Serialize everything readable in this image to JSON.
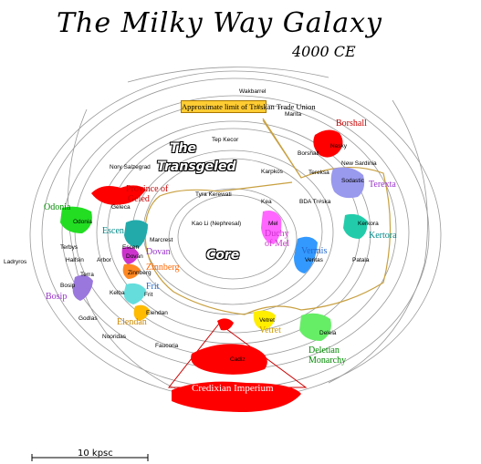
{
  "title": "The Milky Way Galaxy",
  "era": "4000 CE",
  "trade_union_note": "Approximate limit of Tr#skan Trade Union",
  "regions": {
    "transgeled": [
      "The",
      "Transgeled"
    ],
    "core": "Core"
  },
  "scale": {
    "label": "10 kpsc"
  },
  "stars": [
    "Wakbarrel",
    "Manta",
    "Tep Kecor",
    "Nesky",
    "Borshall",
    "New Sardinia",
    "Tereksa",
    "Sodastic",
    "Karpkos",
    "Nory Salzegrad",
    "Geleca",
    "Tyra Kerewati",
    "Kea",
    "BDA Tr#ska",
    "Mel",
    "Kerkora",
    "Kao Li (Nephresal)",
    "Odonia",
    "Marcrest",
    "Escen",
    "Terbys",
    "Dovan",
    "Halfsin",
    "Arbor",
    "Zinnberg",
    "Ladryros",
    "Terra",
    "Veritas",
    "Patala",
    "Bosip",
    "Kelba",
    "Frit",
    "Elendan",
    "Godlas",
    "Vetret",
    "Nooridas",
    "Deleia",
    "Faucoria",
    "Cadiz"
  ],
  "realms": {
    "borshall": "Borshall",
    "terexta": "Terexta",
    "geled": [
      "Province of",
      "Geled"
    ],
    "odonia": "Odonia",
    "mel": [
      "Duchy",
      "of Mel"
    ],
    "kertora": "Kertora",
    "escen": "Escen",
    "dovan": "Dovan",
    "zinnberg": "Zinnberg",
    "vermis": "Vermis",
    "bosip": "Bosip",
    "frit": "Frit",
    "elendan": "Elendan",
    "vetret": "Vetret",
    "deletian": [
      "Deletian",
      "Monarchy"
    ],
    "credixian": "Credixian Imperium"
  },
  "colors": {
    "borshall": "#ff0000",
    "geled": "#ff0000",
    "credixian": "#ff0000",
    "terexta": "#9999ee",
    "odonia": "#22dd22",
    "mel": "#ff66ff",
    "kertora": "#22ccaa",
    "escen": "#22aaaa",
    "dovan": "#cc33cc",
    "zinnberg": "#ff8822",
    "vermis": "#3399ff",
    "bosip": "#9977dd",
    "frit": "#66dddd",
    "elendan": "#ffbb00",
    "vetret": "#ffee00",
    "deletian": "#66ee66",
    "trade_border": "#c8a040",
    "text_red": "#c80000",
    "text_purple": "#9933cc",
    "text_green": "#008800",
    "text_teal": "#008888",
    "text_blue": "#2266cc"
  }
}
